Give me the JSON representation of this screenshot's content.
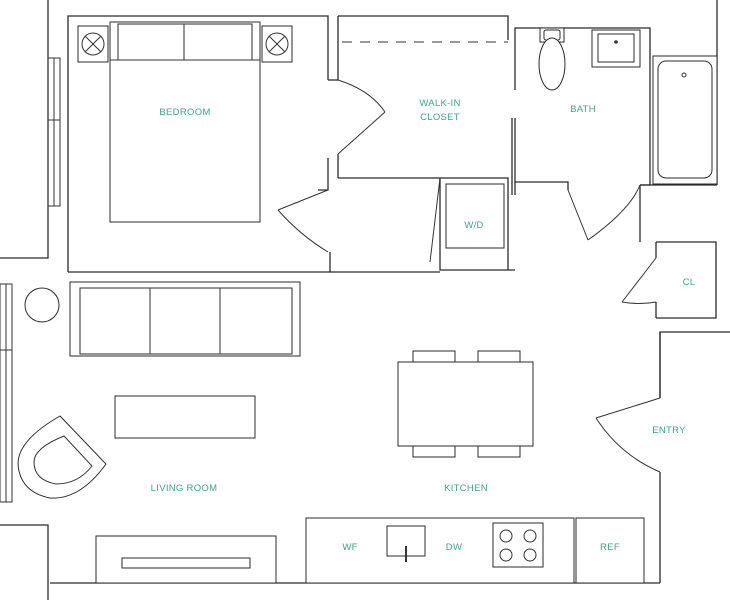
{
  "plan": {
    "rooms": {
      "bedroom": "BEDROOM",
      "walk_in_closet_line1": "WALK-IN",
      "walk_in_closet_line2": "CLOSET",
      "bath": "BATH",
      "washer_dryer": "W/D",
      "closet": "CL",
      "entry": "ENTRY",
      "living_room": "LIVING ROOM",
      "kitchen": "KITCHEN",
      "water_filter": "WF",
      "dishwasher": "DW",
      "refrigerator": "REF"
    },
    "colors": {
      "label": "#3aa58a",
      "wall": "#2b2b2b",
      "background": "#ffffff"
    }
  }
}
